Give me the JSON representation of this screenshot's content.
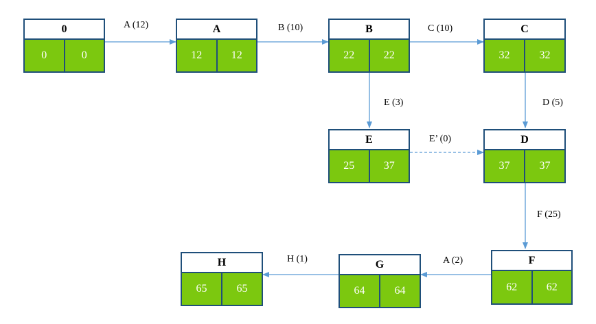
{
  "colors": {
    "box_border": "#1f4f7a",
    "cell_fill": "#7cc80f",
    "cell_text": "#ffffff",
    "arrow": "#5b9bd5"
  },
  "nodes": {
    "n0": {
      "title": "0",
      "es": "0",
      "ef": "0"
    },
    "nA": {
      "title": "A",
      "es": "12",
      "ef": "12"
    },
    "nB": {
      "title": "B",
      "es": "22",
      "ef": "22"
    },
    "nC": {
      "title": "C",
      "es": "32",
      "ef": "32"
    },
    "nE": {
      "title": "E",
      "es": "25",
      "ef": "37"
    },
    "nD": {
      "title": "D",
      "es": "37",
      "ef": "37"
    },
    "nF": {
      "title": "F",
      "es": "62",
      "ef": "62"
    },
    "nG": {
      "title": "G",
      "es": "64",
      "ef": "64"
    },
    "nH": {
      "title": "H",
      "es": "65",
      "ef": "65"
    }
  },
  "edges": {
    "e_0_A": {
      "label": "A (12)",
      "dashed": false
    },
    "e_A_B": {
      "label": "B (10)",
      "dashed": false
    },
    "e_B_C": {
      "label": "C (10)",
      "dashed": false
    },
    "e_B_E": {
      "label": "E (3)",
      "dashed": false
    },
    "e_C_D": {
      "label": "D (5)",
      "dashed": false
    },
    "e_E_D": {
      "label": "E’ (0)",
      "dashed": true
    },
    "e_D_F": {
      "label": "F (25)",
      "dashed": false
    },
    "e_F_G": {
      "label": "A (2)",
      "dashed": false
    },
    "e_G_H": {
      "label": "H (1)",
      "dashed": false
    }
  }
}
